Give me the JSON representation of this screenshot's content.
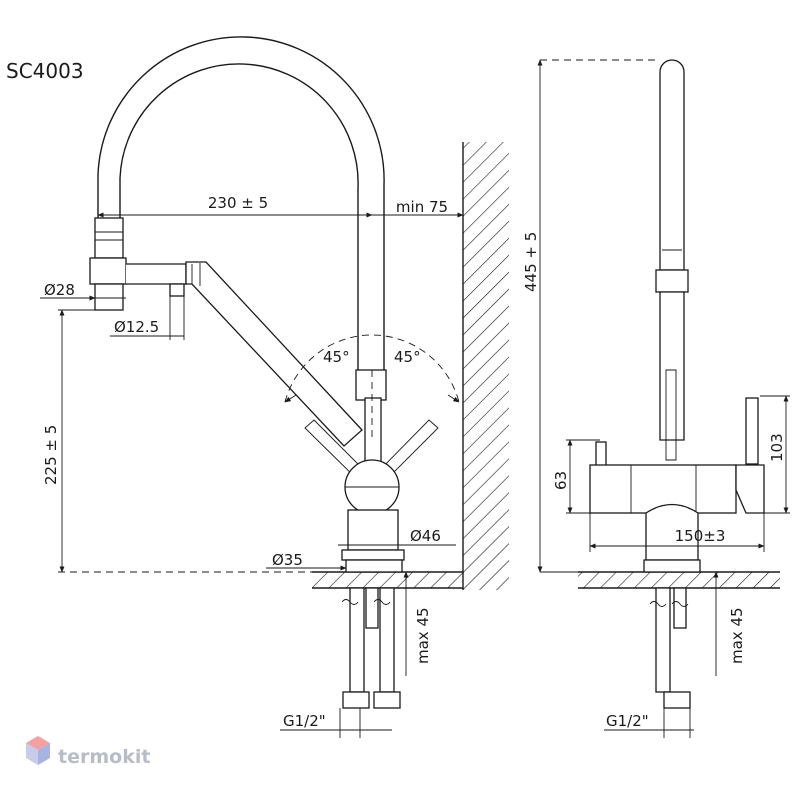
{
  "model": "SC4003",
  "brand": "termokit",
  "colors": {
    "line": "#1a1a1a",
    "brand_text": "#b8bcc6",
    "logo_top": "#f2a0a0",
    "logo_left": "#c8cce8",
    "logo_right": "#a7b3e0"
  },
  "side_view": {
    "reach": "230 ± 5",
    "wall_clearance": "min 75",
    "spout_diameter": "Ø28",
    "aerator_diameter": "Ø12.5",
    "swivel_left": "45°",
    "swivel_right": "45°",
    "height_under_spout": "225 ± 5",
    "body_diameter": "Ø46",
    "base_diameter": "Ø35",
    "max_countertop": "max 45",
    "connection": "G1/2\""
  },
  "front_view": {
    "total_height": "445 + 5",
    "handle_height": "103",
    "body_height": "63",
    "body_width": "150±3",
    "max_countertop": "max 45",
    "connection": "G1/2\""
  }
}
